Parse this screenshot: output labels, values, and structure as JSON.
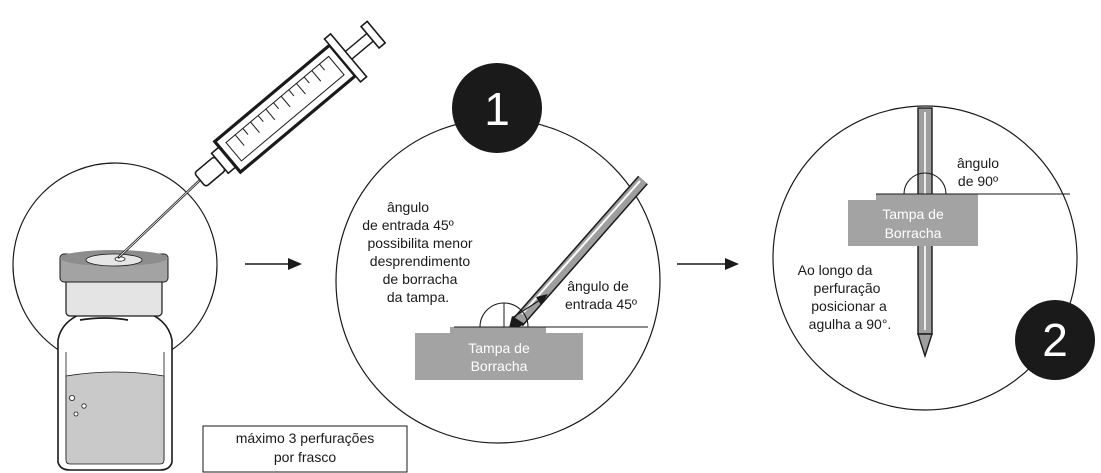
{
  "left_panel": {
    "note_lines": [
      "máximo 3 perfurações",
      "por frasco"
    ]
  },
  "step1": {
    "number": "1",
    "explanation_lines": [
      "ângulo",
      "de entrada 45º",
      "possibilita menor",
      "desprendimento",
      "de borracha",
      "da tampa."
    ],
    "angle_label_lines": [
      "ângulo de",
      "entrada 45º"
    ],
    "stopper_label_lines": [
      "Tampa de",
      "Borracha"
    ]
  },
  "step2": {
    "number": "2",
    "angle_label_lines": [
      "ângulo",
      "de 90º"
    ],
    "stopper_label_lines": [
      "Tampa de",
      "Borracha"
    ],
    "explanation_lines": [
      "Ao longo da",
      "perfuração",
      "posicionar a",
      "agulha a 90°."
    ]
  },
  "colors": {
    "ink": "#1a1a1a",
    "stopper_gray": "#a3a3a3",
    "liquid_gray": "#c9c9c9",
    "badge": "#1a1a1a"
  }
}
